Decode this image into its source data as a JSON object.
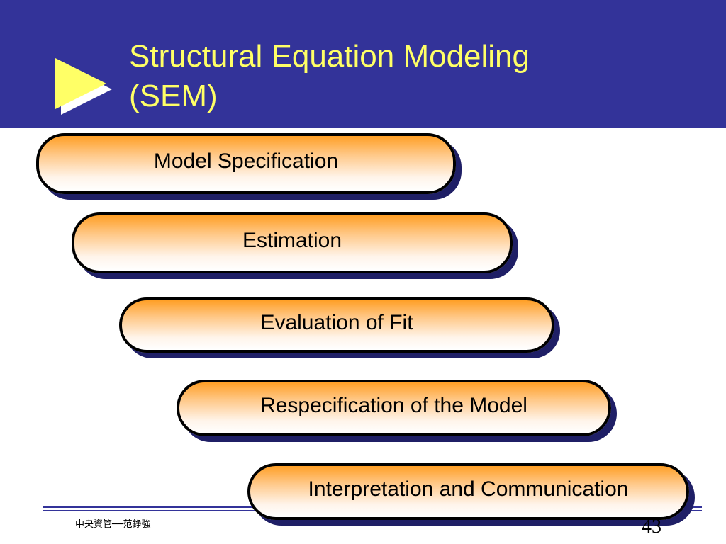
{
  "slide": {
    "title_line1": "Structural Equation Modeling",
    "title_line2": "(SEM)",
    "title_icon": "play-arrow-icon",
    "colors": {
      "header_band": "#333399",
      "title_text": "#ffff66",
      "arrow": "#ffff66",
      "box_gradient_top": "#ff9f26",
      "box_gradient_bottom": "#ffffff",
      "box_shadow": "#1f1f66"
    }
  },
  "steps": [
    "Model Specification",
    "Estimation",
    "Evaluation of Fit",
    "Respecification of the Model",
    "Interpretation and Communication"
  ],
  "footer": {
    "author": "中央資管──范錚強",
    "page_number": "43"
  }
}
